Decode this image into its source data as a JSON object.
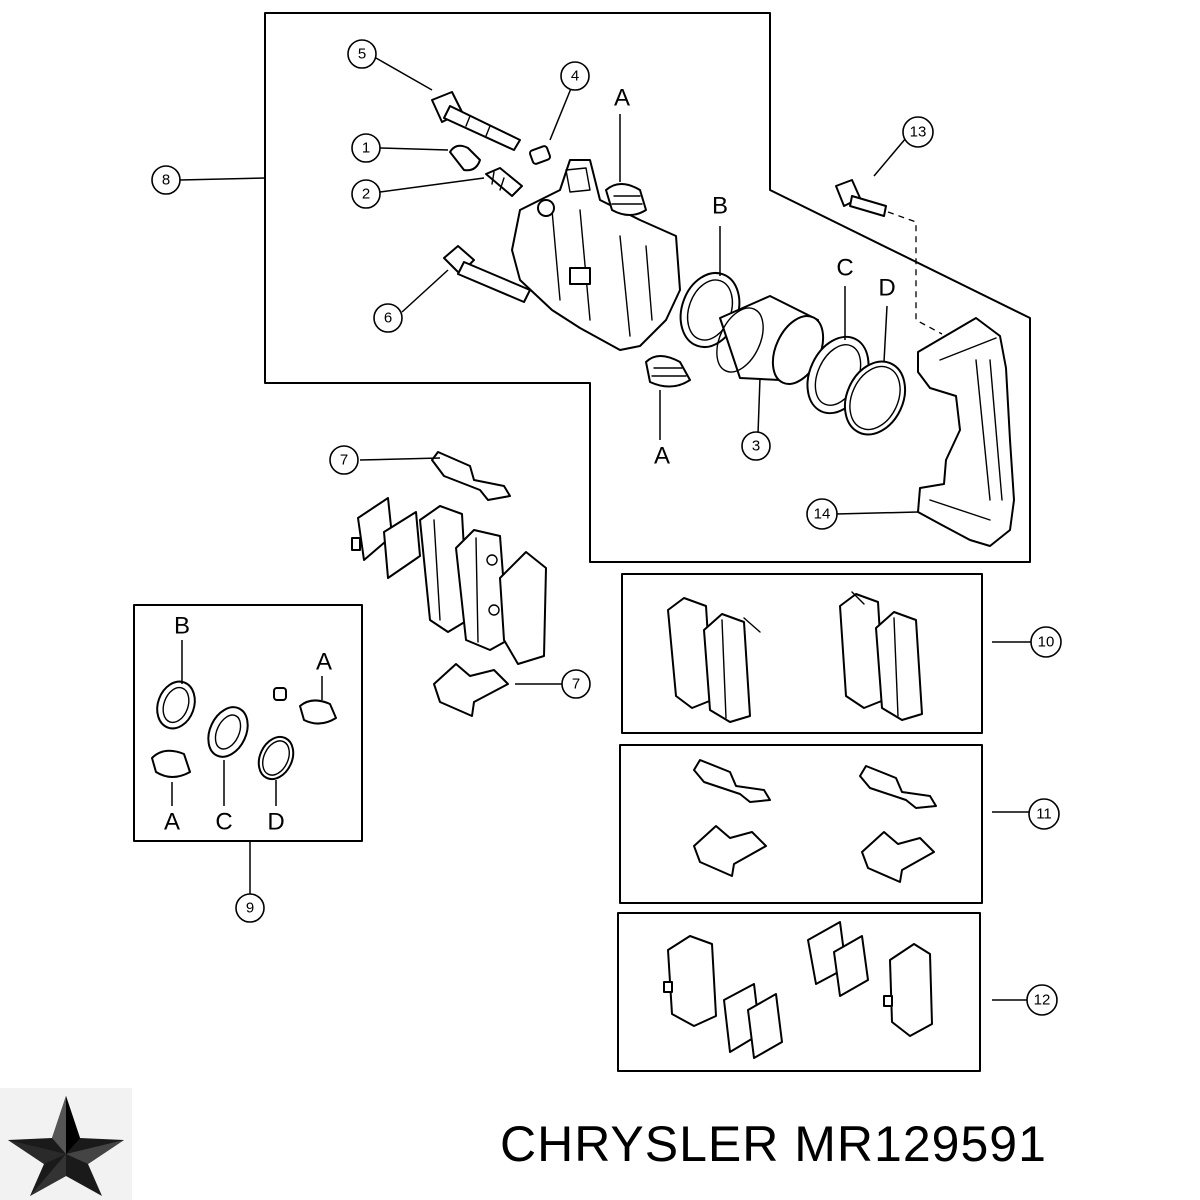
{
  "footer": {
    "brand_and_part": "CHRYSLER MR129591",
    "logo_icon": "chrysler-pentastar-icon"
  },
  "callouts": [
    {
      "id": "callout-1",
      "label": "1"
    },
    {
      "id": "callout-2",
      "label": "2"
    },
    {
      "id": "callout-3",
      "label": "3"
    },
    {
      "id": "callout-4",
      "label": "4"
    },
    {
      "id": "callout-5",
      "label": "5"
    },
    {
      "id": "callout-6",
      "label": "6"
    },
    {
      "id": "callout-7a",
      "label": "7"
    },
    {
      "id": "callout-7b",
      "label": "7"
    },
    {
      "id": "callout-8",
      "label": "8"
    },
    {
      "id": "callout-9",
      "label": "9"
    },
    {
      "id": "callout-10",
      "label": "10"
    },
    {
      "id": "callout-11",
      "label": "11"
    },
    {
      "id": "callout-12",
      "label": "12"
    },
    {
      "id": "callout-13",
      "label": "13"
    },
    {
      "id": "callout-14",
      "label": "14"
    }
  ],
  "letters": {
    "a_top": "A",
    "b_top": "B",
    "c_top": "C",
    "d_top": "D",
    "a_bottom": "A",
    "kit_b": "B",
    "kit_a_right": "A",
    "kit_a_bottom": "A",
    "kit_c": "C",
    "kit_d": "D"
  }
}
